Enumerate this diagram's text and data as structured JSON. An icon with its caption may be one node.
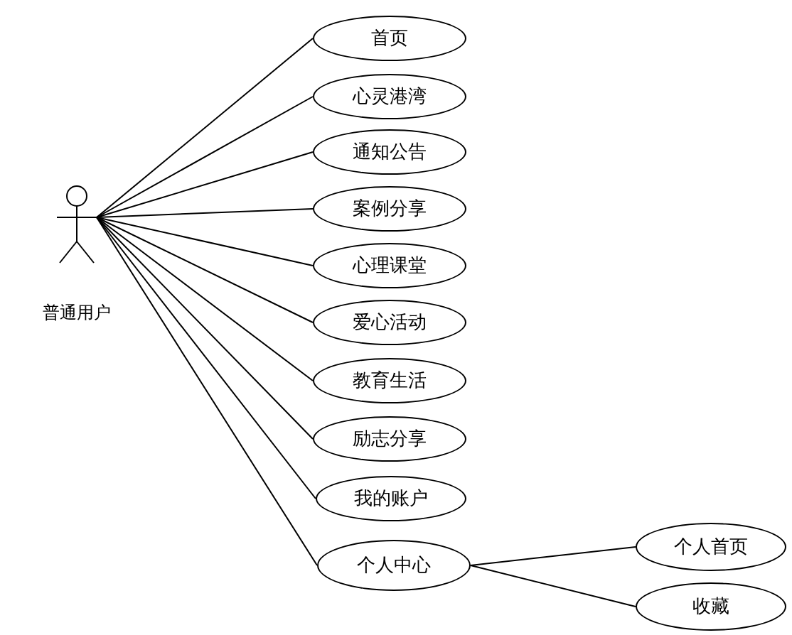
{
  "diagram": {
    "nodes": [
      {
        "text": [
          "普通用户"
        ]
      },
      {
        "text": [
          "首页"
        ]
      },
      {
        "text": [
          "心灵港湾"
        ]
      },
      {
        "text": [
          "通知公告"
        ]
      },
      {
        "text": [
          "案例分享"
        ]
      },
      {
        "text": [
          "心理课堂"
        ]
      },
      {
        "text": [
          "爱心活动"
        ]
      },
      {
        "text": [
          "教育生活"
        ]
      },
      {
        "text": [
          "励志分享"
        ]
      },
      {
        "text": [
          "我的账户"
        ]
      },
      {
        "text": [
          "个人中心"
        ]
      },
      {
        "text": [
          "个人首页"
        ]
      },
      {
        "text": [
          "收藏"
        ]
      }
    ],
    "edges": [
      {
        "from": 0,
        "to": 1,
        "arrow": "none"
      },
      {
        "from": 0,
        "to": 2,
        "arrow": "none"
      },
      {
        "from": 0,
        "to": 3,
        "arrow": "none"
      },
      {
        "from": 0,
        "to": 4,
        "arrow": "none"
      },
      {
        "from": 0,
        "to": 5,
        "arrow": "none"
      },
      {
        "from": 0,
        "to": 6,
        "arrow": "none"
      },
      {
        "from": 0,
        "to": 7,
        "arrow": "none"
      },
      {
        "from": 0,
        "to": 8,
        "arrow": "none"
      },
      {
        "from": 0,
        "to": 9,
        "arrow": "none"
      },
      {
        "from": 0,
        "to": 10,
        "arrow": "none"
      },
      {
        "from": 10,
        "to": 11,
        "arrow": "none"
      },
      {
        "from": 10,
        "to": 12,
        "arrow": "none"
      }
    ]
  }
}
